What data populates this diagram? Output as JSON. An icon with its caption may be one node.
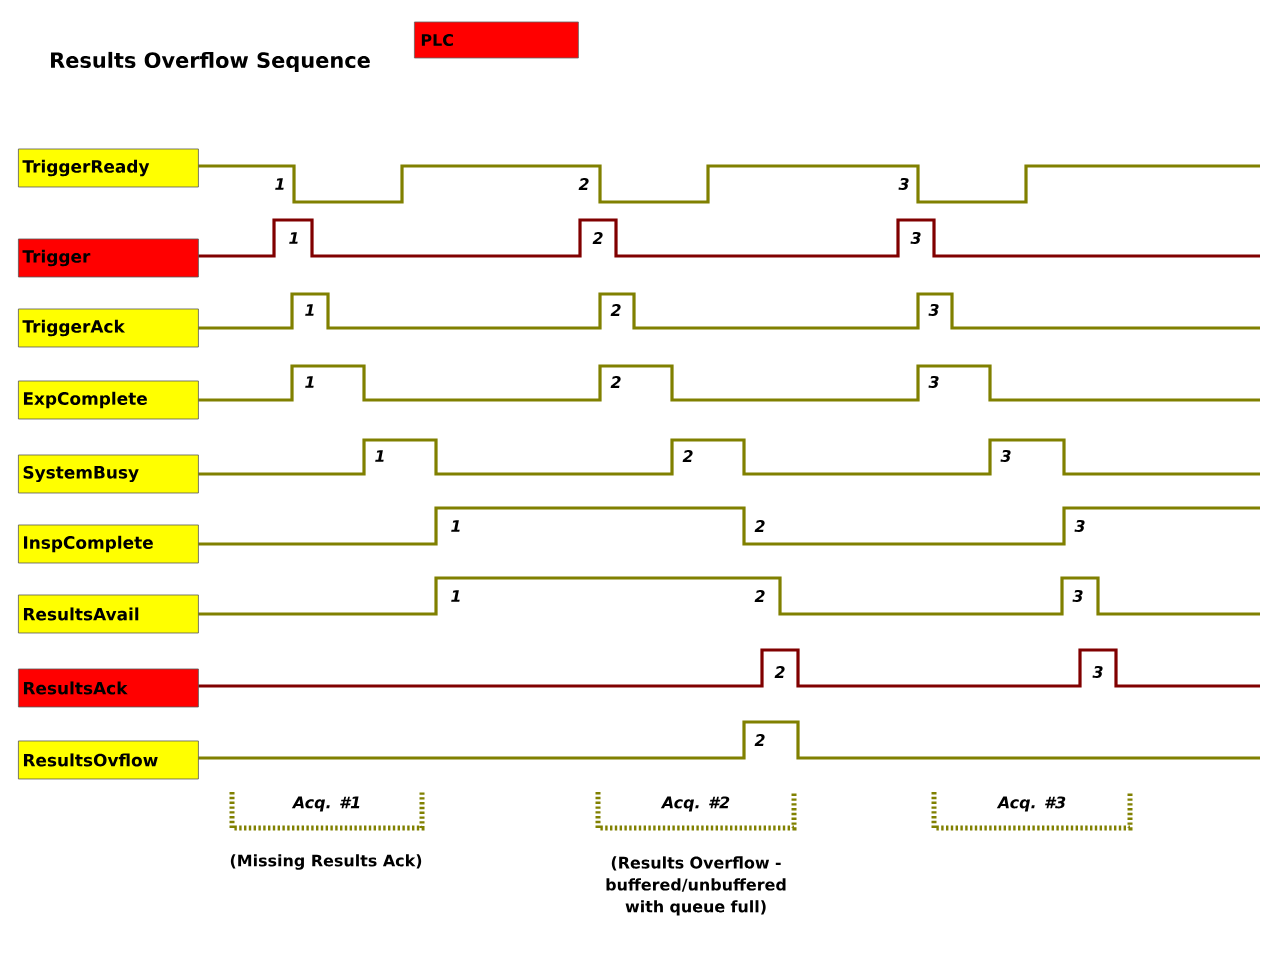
{
  "diagram": {
    "title": "Results Overflow Sequence",
    "nodes": [
      {
        "text": [
          "TriggerReady"
        ]
      },
      {
        "text": [
          "Trigger"
        ]
      },
      {
        "text": [
          "TriggerAck"
        ]
      },
      {
        "text": [
          "ExpComplete"
        ]
      },
      {
        "text": [
          "SystemBusy"
        ]
      },
      {
        "text": [
          "InspComplete"
        ]
      },
      {
        "text": [
          "ResultsAvail"
        ]
      },
      {
        "text": [
          "ResultsAck"
        ]
      },
      {
        "text": [
          "ResultsOvflow"
        ]
      }
    ],
    "labels": [
      "1",
      "2",
      "3",
      "1",
      "2",
      "3",
      "1",
      "2",
      "3",
      "1",
      "2",
      "3",
      "1",
      "2",
      "3",
      "1",
      "2",
      "3",
      "1",
      "2",
      "3",
      "2",
      "3",
      "2",
      "Acq. #1",
      "Acq. #2",
      "Acq. #3",
      "(Missing Results Ack)",
      "(Results Overflow - buffered/unbuffered with queue full)"
    ],
    "legend": [
      {
        "text": "PLC",
        "color": "#ff0000"
      }
    ]
  }
}
